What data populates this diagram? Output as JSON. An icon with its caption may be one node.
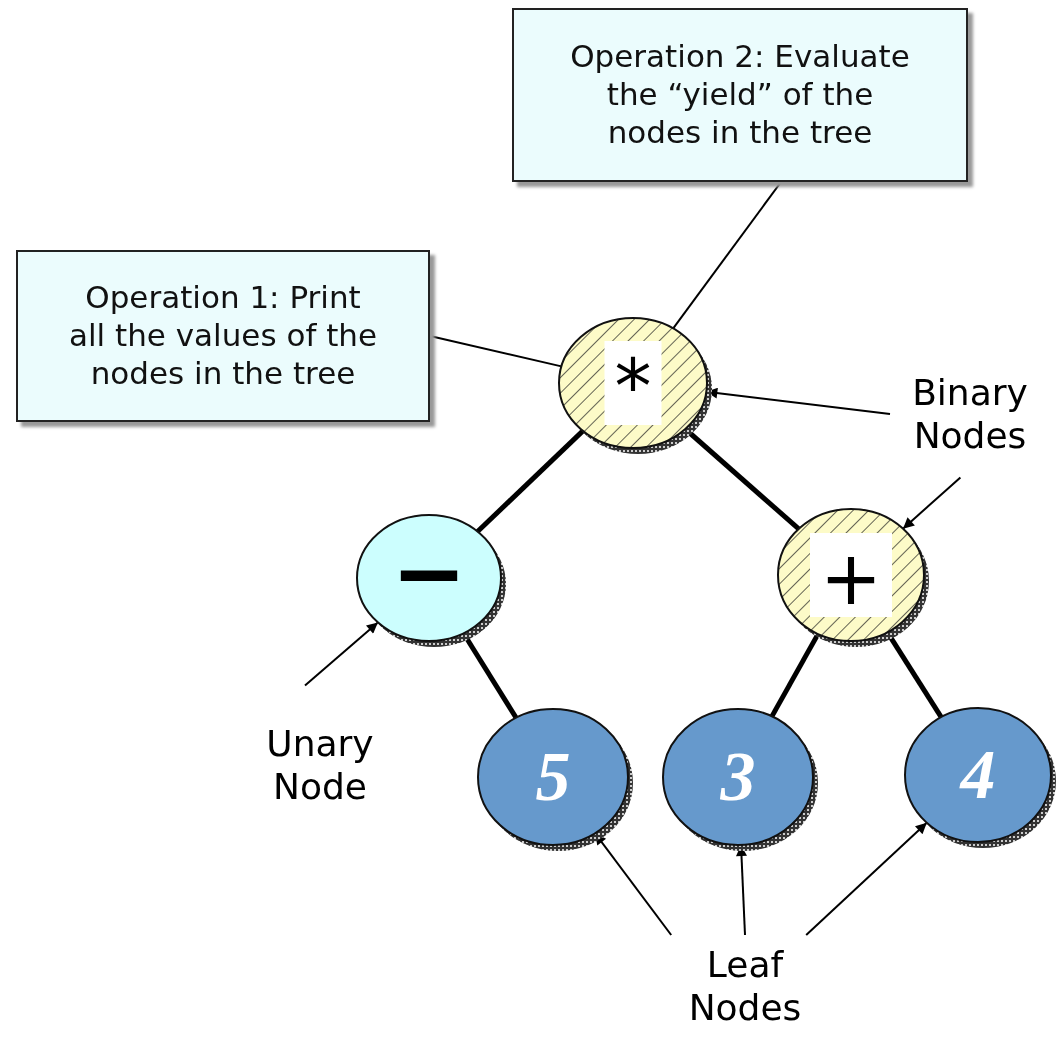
{
  "diagram": {
    "nodes": [
      {
        "text": [
          "Operation 2: Evaluate the “yield” of the nodes in the tree"
        ]
      },
      {
        "text": [
          "Operation 1: Print all the values of the nodes in the tree"
        ]
      },
      {
        "text": [
          "*"
        ]
      },
      {
        "text": [
          "Binary Nodes"
        ]
      },
      {
        "text": [
          "−"
        ]
      },
      {
        "text": [
          "+"
        ]
      },
      {
        "text": [
          "Unary Node"
        ]
      },
      {
        "text": [
          "5"
        ]
      },
      {
        "text": [
          "3"
        ]
      },
      {
        "text": [
          "4"
        ]
      },
      {
        "text": [
          "Leaf Nodes"
        ]
      }
    ],
    "edges": [
      {
        "from": 0,
        "to": 2,
        "arrow": "none"
      },
      {
        "from": 1,
        "to": 2,
        "arrow": "none"
      },
      {
        "from": 2,
        "to": 4,
        "arrow": "none",
        "style": "thick"
      },
      {
        "from": 2,
        "to": 5,
        "arrow": "none",
        "style": "thick"
      },
      {
        "from": 4,
        "to": 7,
        "arrow": "none",
        "style": "thick"
      },
      {
        "from": 5,
        "to": 8,
        "arrow": "none",
        "style": "thick"
      },
      {
        "from": 5,
        "to": 9,
        "arrow": "none",
        "style": "thick"
      },
      {
        "from": 3,
        "to": 2,
        "arrow": "to"
      },
      {
        "from": 3,
        "to": 5,
        "arrow": "to"
      },
      {
        "from": 6,
        "to": 4,
        "arrow": "to"
      },
      {
        "from": 10,
        "to": 7,
        "arrow": "to"
      },
      {
        "from": 10,
        "to": 8,
        "arrow": "to"
      },
      {
        "from": 10,
        "to": 9,
        "arrow": "to"
      }
    ]
  }
}
